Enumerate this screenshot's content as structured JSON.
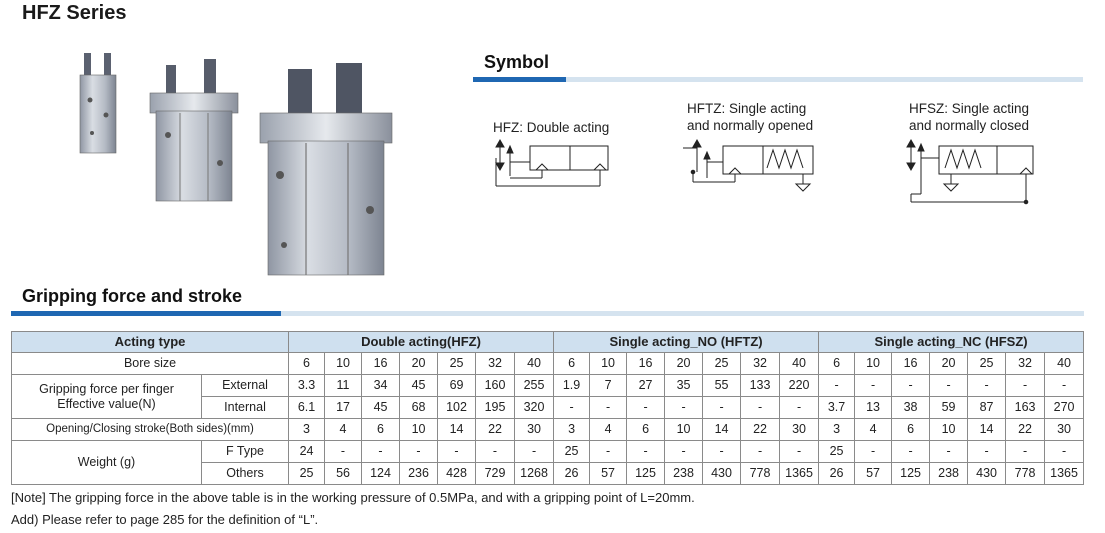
{
  "page": {
    "series_title": "HFZ Series",
    "symbol_heading": "Symbol",
    "gripping_heading": "Gripping force and stroke"
  },
  "symbols": [
    {
      "caption_line1": "HFZ: Double acting",
      "caption_line2": ""
    },
    {
      "caption_line1": "HFTZ: Single acting",
      "caption_line2": "and normally opened"
    },
    {
      "caption_line1": "HFSZ: Single acting",
      "caption_line2": "and normally closed"
    }
  ],
  "table": {
    "header": {
      "acting_type": "Acting type",
      "groups": [
        "Double acting(HFZ)",
        "Single acting_NO (HFTZ)",
        "Single acting_NC (HFSZ)"
      ]
    },
    "bore_label": "Bore size",
    "bore_sizes": [
      "6",
      "10",
      "16",
      "20",
      "25",
      "32",
      "40"
    ],
    "force_label_line1": "Gripping force per finger",
    "force_label_line2": "Effective value(N)",
    "external_label": "External",
    "internal_label": "Internal",
    "external": [
      [
        "3.3",
        "11",
        "34",
        "45",
        "69",
        "160",
        "255"
      ],
      [
        "1.9",
        "7",
        "27",
        "35",
        "55",
        "133",
        "220"
      ],
      [
        "-",
        "-",
        "-",
        "-",
        "-",
        "-",
        "-"
      ]
    ],
    "internal": [
      [
        "6.1",
        "17",
        "45",
        "68",
        "102",
        "195",
        "320"
      ],
      [
        "-",
        "-",
        "-",
        "-",
        "-",
        "-",
        "-"
      ],
      [
        "3.7",
        "13",
        "38",
        "59",
        "87",
        "163",
        "270"
      ]
    ],
    "stroke_label": "Opening/Closing stroke(Both sides)(mm)",
    "stroke": [
      [
        "3",
        "4",
        "6",
        "10",
        "14",
        "22",
        "30"
      ],
      [
        "3",
        "4",
        "6",
        "10",
        "14",
        "22",
        "30"
      ],
      [
        "3",
        "4",
        "6",
        "10",
        "14",
        "22",
        "30"
      ]
    ],
    "weight_label": "Weight (g)",
    "ftype_label": "F Type",
    "others_label": "Others",
    "ftype": [
      [
        "24",
        "-",
        "-",
        "-",
        "-",
        "-",
        "-"
      ],
      [
        "25",
        "-",
        "-",
        "-",
        "-",
        "-",
        "-"
      ],
      [
        "25",
        "-",
        "-",
        "-",
        "-",
        "-",
        "-"
      ]
    ],
    "others": [
      [
        "25",
        "56",
        "124",
        "236",
        "428",
        "729",
        "1268"
      ],
      [
        "26",
        "57",
        "125",
        "238",
        "430",
        "778",
        "1365"
      ],
      [
        "26",
        "57",
        "125",
        "238",
        "430",
        "778",
        "1365"
      ]
    ]
  },
  "notes": {
    "line1": "[Note] The gripping force in the above table is in the working pressure of 0.5MPa, and with a gripping point of L=20mm.",
    "line2": "Add) Please refer to page 285 for the definition of “L”."
  },
  "colors": {
    "accent_dark": "#1f67b2",
    "accent_light": "#d5e3ef",
    "table_header": "#cfe0ef"
  }
}
